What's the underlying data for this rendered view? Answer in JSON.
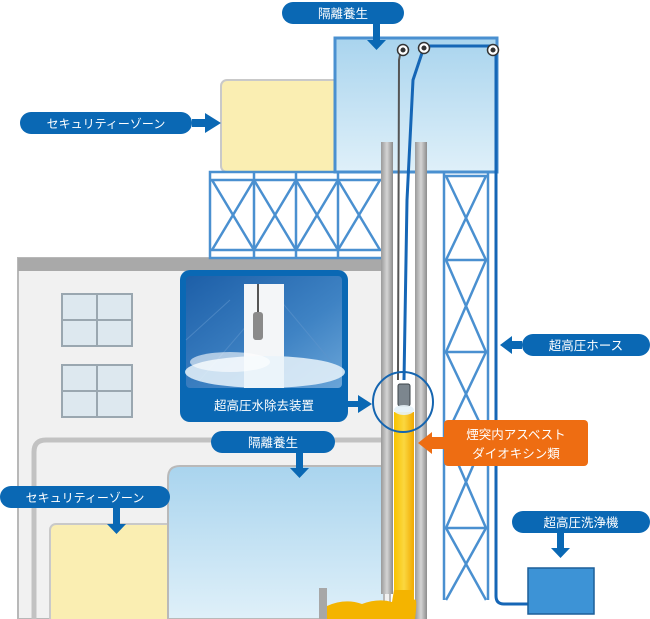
{
  "labels": {
    "isolation_top": "隔離養生",
    "security_zone_upper": "セキュリティーゾーン",
    "isolation_mid": "隔離養生",
    "security_zone_lower": "セキュリティーゾーン",
    "high_pressure_hose": "超高圧ホース",
    "water_removal_device": "超高圧水除去装置",
    "chimney_asbestos_line1": "煙突内アスベスト",
    "chimney_asbestos_line2": "ダイオキシン類",
    "high_pressure_washer": "超高圧洗浄機"
  },
  "colors": {
    "callout_blue": "#0a68b4",
    "callout_orange": "#ee6d12",
    "scaffold_blue": "#4a90d0",
    "enclosure_fill": "#bfe0f3",
    "security_zone_fill": "#faeeb2",
    "building_fill": "#f1f1f1",
    "building_stroke": "#b8b8b8",
    "residue_yellow": "#f6b500",
    "hose_blue": "#1566b6"
  }
}
